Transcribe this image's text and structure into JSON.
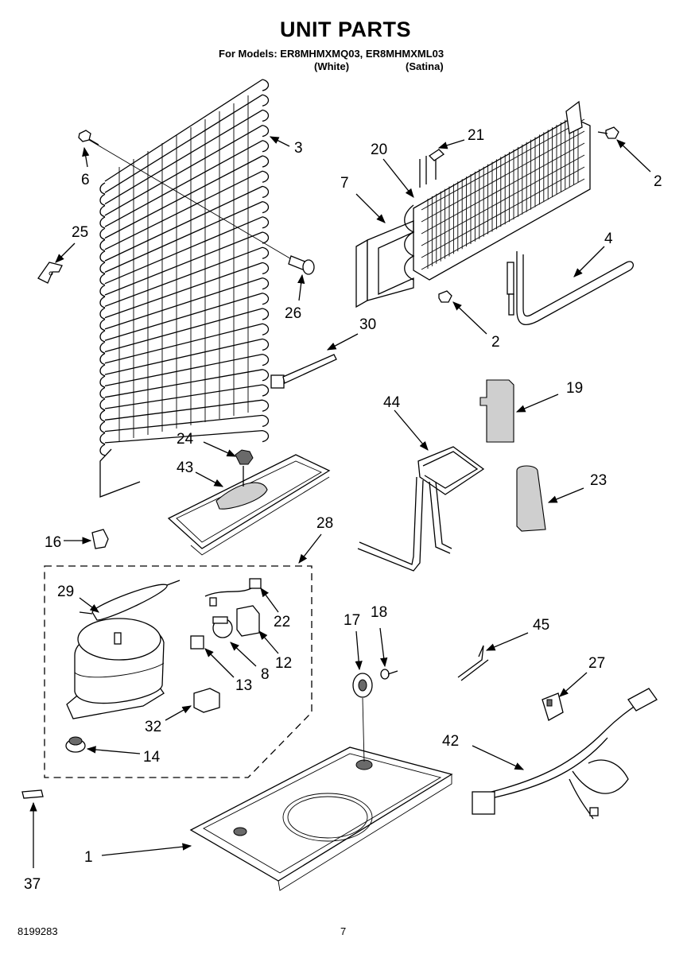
{
  "header": {
    "title": "UNIT PARTS",
    "models_line": "For Models: ER8MHMXMQ03, ER8MHMXML03",
    "variant_white": "(White)",
    "variant_satina": "(Satina)"
  },
  "footer": {
    "doc_number": "8199283",
    "page_number": "7"
  },
  "callouts": {
    "c1": "1",
    "c2a": "2",
    "c2b": "2",
    "c3": "3",
    "c4": "4",
    "c6": "6",
    "c7": "7",
    "c8": "8",
    "c12": "12",
    "c13": "13",
    "c14": "14",
    "c16": "16",
    "c17": "17",
    "c18": "18",
    "c19": "19",
    "c20": "20",
    "c21": "21",
    "c22": "22",
    "c23": "23",
    "c24": "24",
    "c25": "25",
    "c26": "26",
    "c27": "27",
    "c28": "28",
    "c29": "29",
    "c30": "30",
    "c32": "32",
    "c37": "37",
    "c42": "42",
    "c43": "43",
    "c44": "44",
    "c45": "45"
  }
}
